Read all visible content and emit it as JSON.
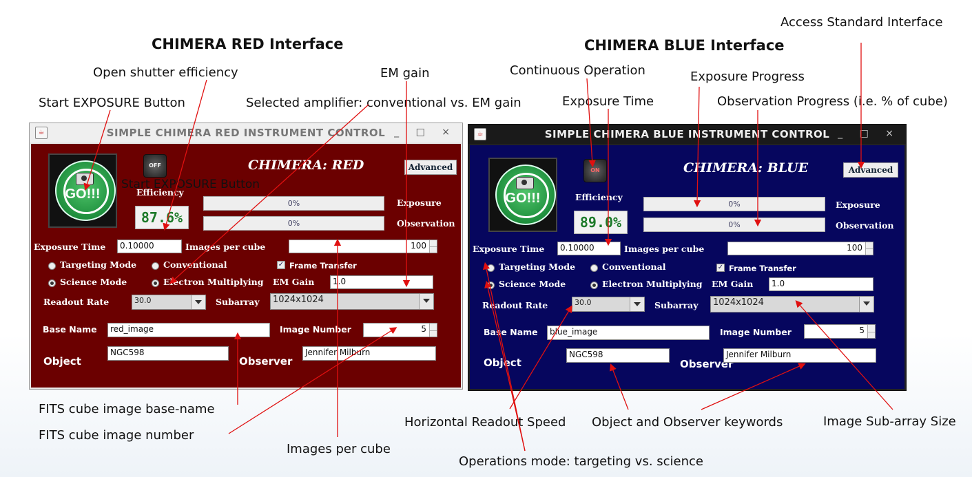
{
  "headings": {
    "red": "CHIMERA RED Interface",
    "blue": "CHIMERA BLUE Interface"
  },
  "annotations": {
    "access_standard": "Access Standard Interface",
    "open_shutter": "Open shutter efficiency",
    "em_gain": "EM gain",
    "continuous_op": "Continuous Operation",
    "exposure_progress": "Exposure Progress",
    "start_exposure": "Start EXPOSURE Button",
    "selected_amp": "Selected amplifier: conventional vs. EM gain",
    "exposure_time": "Exposure Time",
    "observation_progress": "Observation Progress (i.e. % of cube)",
    "fits_base": "FITS cube image base-name",
    "fits_number": "FITS cube image number",
    "images_per_cube": "Images per cube",
    "horizontal_readout": "Horizontal Readout Speed",
    "object_observer": "Object and Observer keywords",
    "subarray_size": "Image Sub-array Size",
    "ops_mode": "Operations mode: targeting vs. science",
    "overlay_start": "Start EXPOSURE Button"
  },
  "red": {
    "window_title": "SIMPLE CHIMERA RED INSTRUMENT CONTROL",
    "brand": "CHIMERA: RED",
    "go_label": "GO!!!",
    "toggle_label": "OFF",
    "advanced_label": "Advanced",
    "efficiency_label": "Efficiency",
    "efficiency_value": "87.6%",
    "exposure_progress": "0%",
    "observation_progress": "0%",
    "exposure_label": "Exposure",
    "observation_label": "Observation",
    "exposure_time_label": "Exposure Time",
    "exposure_time_value": "0.10000",
    "images_per_cube_label": "Images per cube",
    "images_per_cube_value": "100",
    "targeting_mode": "Targeting Mode",
    "science_mode": "Science Mode",
    "conventional": "Conventional",
    "electron_multiplying": "Electron Multiplying",
    "frame_transfer": "Frame Transfer",
    "em_gain_label": "EM Gain",
    "em_gain_value": "1.0",
    "readout_rate_label": "Readout Rate",
    "readout_rate_value": "30.0",
    "subarray_label": "Subarray",
    "subarray_value": "1024x1024",
    "base_name_label": "Base Name",
    "base_name_value": "red_image",
    "image_number_label": "Image Number",
    "image_number_value": "5",
    "object_label": "Object",
    "object_value": "NGC598",
    "observer_label": "Observer",
    "observer_value": "Jennifer Milburn"
  },
  "blue": {
    "window_title": "SIMPLE CHIMERA BLUE INSTRUMENT CONTROL",
    "brand": "CHIMERA: BLUE",
    "go_label": "GO!!!",
    "toggle_label": "ON",
    "advanced_label": "Advanced",
    "efficiency_label": "Efficiency",
    "efficiency_value": "89.0%",
    "exposure_progress": "0%",
    "observation_progress": "0%",
    "exposure_label": "Exposure",
    "observation_label": "Observation",
    "exposure_time_label": "Exposure Time",
    "exposure_time_value": "0.10000",
    "images_per_cube_label": "Images per cube",
    "images_per_cube_value": "100",
    "targeting_mode": "Targeting Mode",
    "science_mode": "Science Mode",
    "conventional": "Conventional",
    "electron_multiplying": "Electron Multiplying",
    "frame_transfer": "Frame Transfer",
    "em_gain_label": "EM Gain",
    "em_gain_value": "1.0",
    "readout_rate_label": "Readout Rate",
    "readout_rate_value": "30.0",
    "subarray_label": "Subarray",
    "subarray_value": "1024x1024",
    "base_name_label": "Base Name",
    "base_name_value": "blue_image",
    "image_number_label": "Image Number",
    "image_number_value": "5",
    "object_label": "Object",
    "object_value": "NGC598",
    "observer_label": "Observer",
    "observer_value": "Jennifer Milburn"
  },
  "window_controls": "_ □ ×",
  "colors": {
    "red_panel": "#6b0000",
    "blue_panel": "#06065e",
    "blue_titlebar": "#1a1a1a",
    "red_titlebar": "#efefef",
    "arrow": "#e01010"
  }
}
